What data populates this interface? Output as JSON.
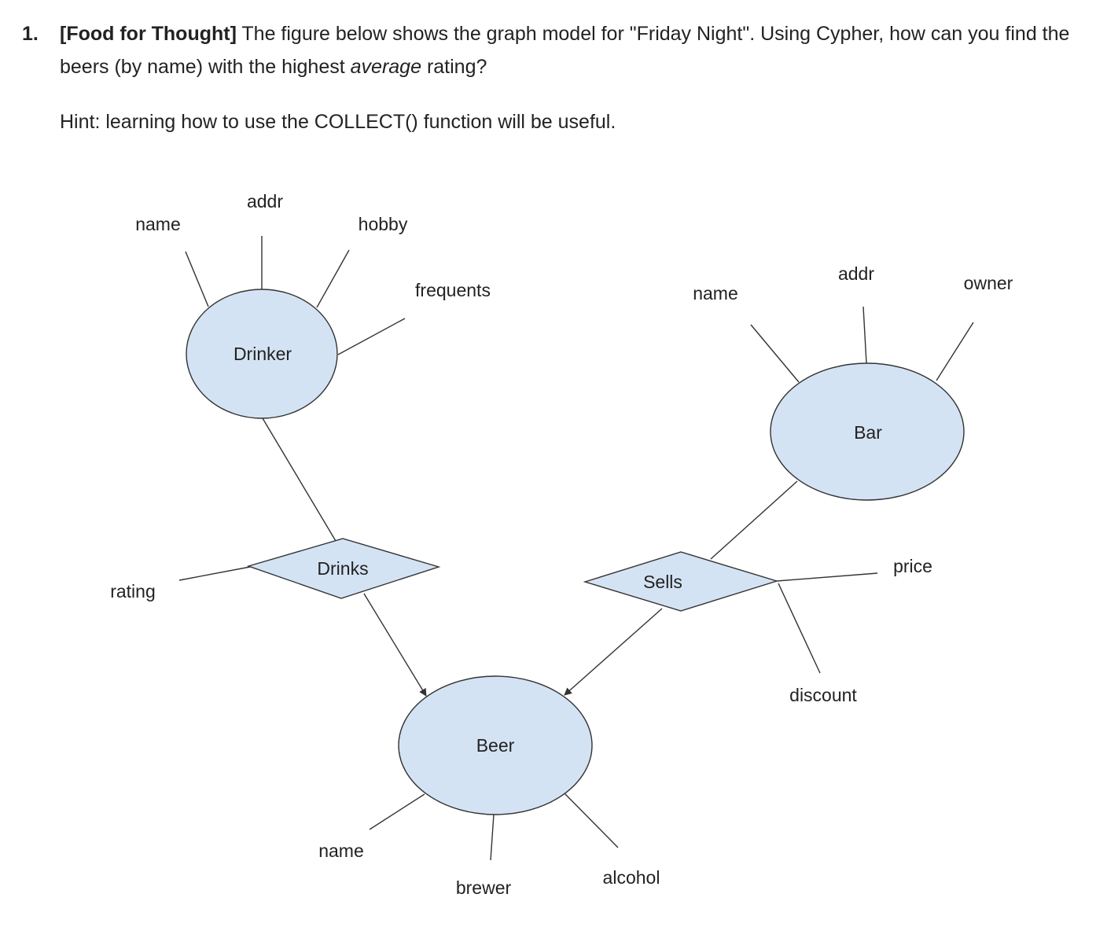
{
  "question": {
    "number": "1.",
    "bold_label": "[Food for Thought]",
    "text_before_em": " The figure below shows the graph model for \"Friday Night\". Using Cypher, how can you find the beers (by name) with the highest ",
    "em_text": "average",
    "text_after_em": " rating?",
    "hint": "Hint: learning how to use the COLLECT() function will be useful."
  },
  "diagram": {
    "nodes": {
      "drinker": "Drinker",
      "bar": "Bar",
      "beer": "Beer"
    },
    "relationships": {
      "drinks": "Drinks",
      "sells": "Sells"
    },
    "attributes": {
      "drinker_name": "name",
      "drinker_addr": "addr",
      "drinker_hobby": "hobby",
      "drinker_frequents": "frequents",
      "drinks_rating": "rating",
      "bar_name": "name",
      "bar_addr": "addr",
      "bar_owner": "owner",
      "sells_price": "price",
      "sells_discount": "discount",
      "beer_name": "name",
      "beer_brewer": "brewer",
      "beer_alcohol": "alcohol"
    }
  }
}
